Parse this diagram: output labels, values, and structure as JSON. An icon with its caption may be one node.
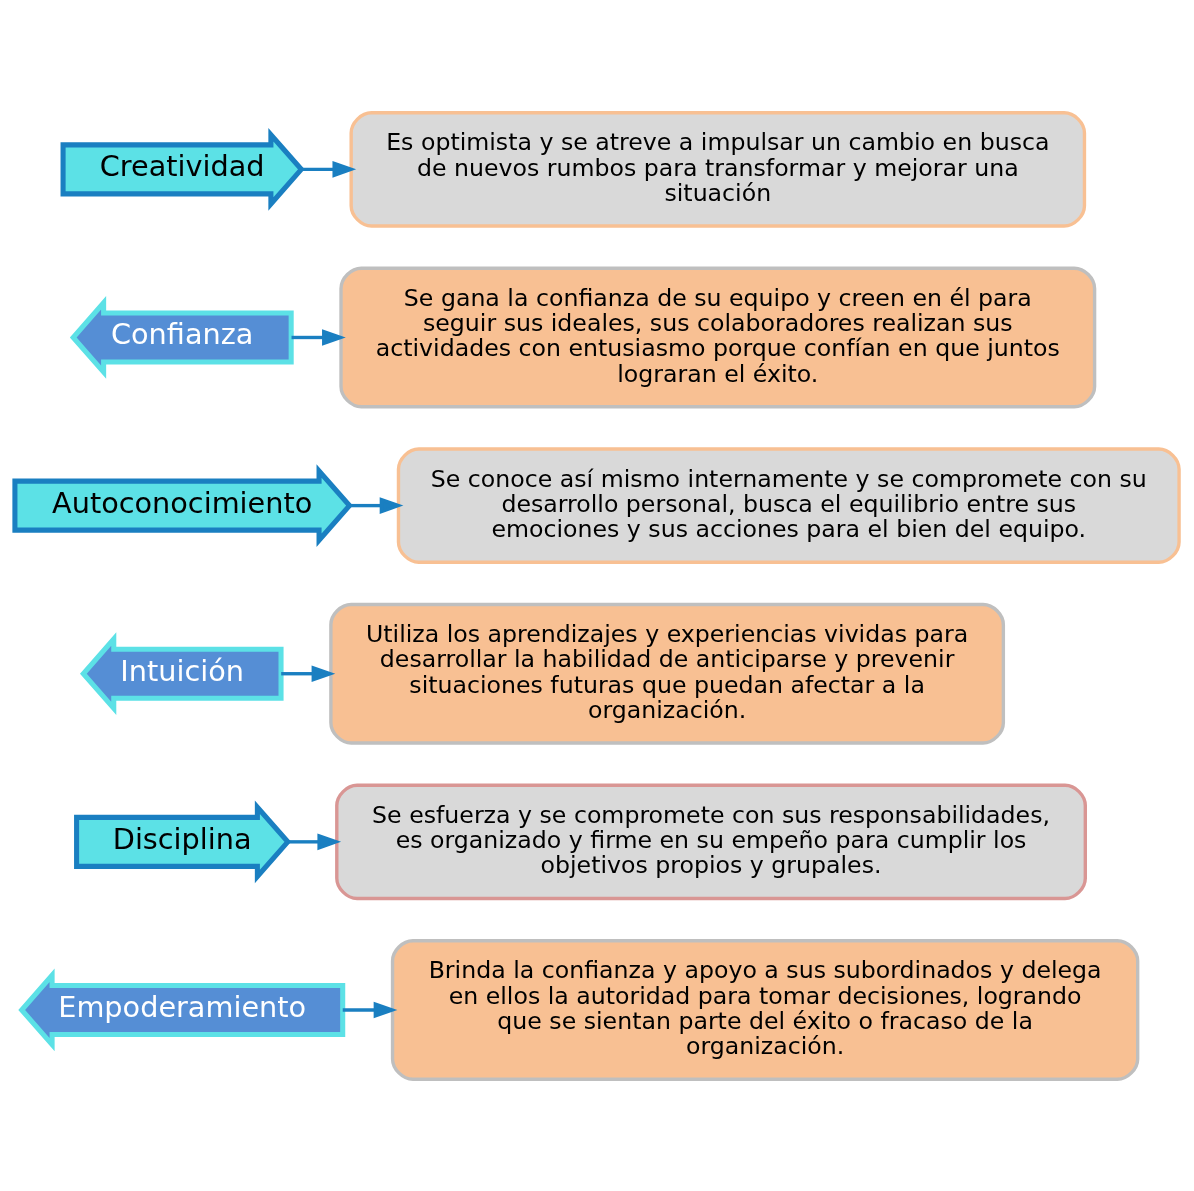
{
  "diagram": {
    "nodes": [
      {
        "text": [
          "Creatividad"
        ]
      },
      {
        "text": [
          "Es optimista y se atreve a impulsar un cambio en busca de nuevos rumbos para transformar y mejorar una situación"
        ]
      },
      {
        "text": [
          "Se gana la confianza de su equipo y creen en él para seguir sus ideales, sus colaboradores realizan sus actividades con entusiasmo porque confían en que juntos lograran el éxito."
        ]
      },
      {
        "text": [
          "Confianza"
        ]
      },
      {
        "text": [
          "Autoconocimiento"
        ]
      },
      {
        "text": [
          "Se conoce así mismo internamente y se compromete con su desarrollo personal, busca el equilibrio entre sus emociones y sus acciones para el bien del equipo."
        ]
      },
      {
        "text": [
          "Utiliza los aprendizajes y experiencias vividas para desarrollar la habilidad de anticiparse y prevenir situaciones futuras que puedan afectar a la organización."
        ]
      },
      {
        "text": [
          "Intuición"
        ]
      },
      {
        "text": [
          "Disciplina"
        ]
      },
      {
        "text": [
          "Se esfuerza y se compromete con sus responsabilidades, es organizado y firme en su empeño para cumplir los objetivos propios y grupales."
        ]
      },
      {
        "text": [
          "Brinda la confianza y apoyo a sus subordinados y delega en ellos la autoridad para tomar decisiones, logrando que se sientan parte del éxito o fracaso de la organización."
        ]
      },
      {
        "text": [
          "Empoderamiento"
        ]
      }
    ],
    "edges": [
      {
        "from": 0,
        "to": 1,
        "arrow": "to"
      },
      {
        "from": 3,
        "to": 2,
        "arrow": "to"
      },
      {
        "from": 4,
        "to": 5,
        "arrow": "to"
      },
      {
        "from": 7,
        "to": 6,
        "arrow": "to"
      },
      {
        "from": 8,
        "to": 9,
        "arrow": "to"
      },
      {
        "from": 11,
        "to": 10,
        "arrow": "to"
      }
    ]
  }
}
